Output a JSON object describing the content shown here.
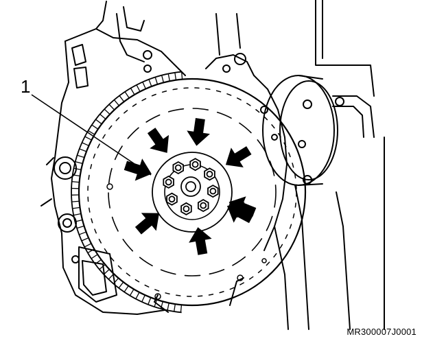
{
  "callouts": [
    {
      "label": "1"
    }
  ],
  "figure_code": "MR300007J0001",
  "arrow_count": 8,
  "bolt_count": 8,
  "colors": {
    "line": "#000000",
    "background": "#ffffff"
  }
}
